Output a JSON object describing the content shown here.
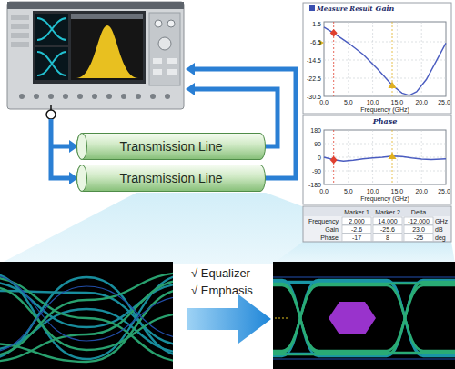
{
  "diagram": {
    "nodes": [
      {
        "text": [
          "Transmission Line"
        ]
      },
      {
        "text": [
          "Transmission Line"
        ]
      }
    ],
    "labels": [
      "Gain",
      "1.5",
      "-6.5",
      "-14.5",
      "-22.5",
      "-30.5",
      "0.0",
      "5.0",
      "10.0",
      "15.0",
      "20.0",
      "25.0",
      "Frequency (GHz)",
      "Phase",
      "180",
      "90",
      "0",
      "-90",
      "-180",
      "0.0",
      "5.0",
      "10.0",
      "15.0",
      "20.0",
      "25.0",
      "Frequency (GHz)",
      "Marker 1",
      "Marker 2",
      "Delta",
      "Frequency",
      "2.000",
      "14.000",
      "-12.000",
      "GHz",
      "Gain",
      "-2.6",
      "-25.6",
      "23.0",
      "dB",
      "Phase",
      "-17",
      "8",
      "-25",
      "deg",
      "√ Equalizer",
      "√ Emphasis"
    ],
    "legend": [
      {
        "text": "Measure Result",
        "color": "#3a4fb0"
      }
    ]
  }
}
